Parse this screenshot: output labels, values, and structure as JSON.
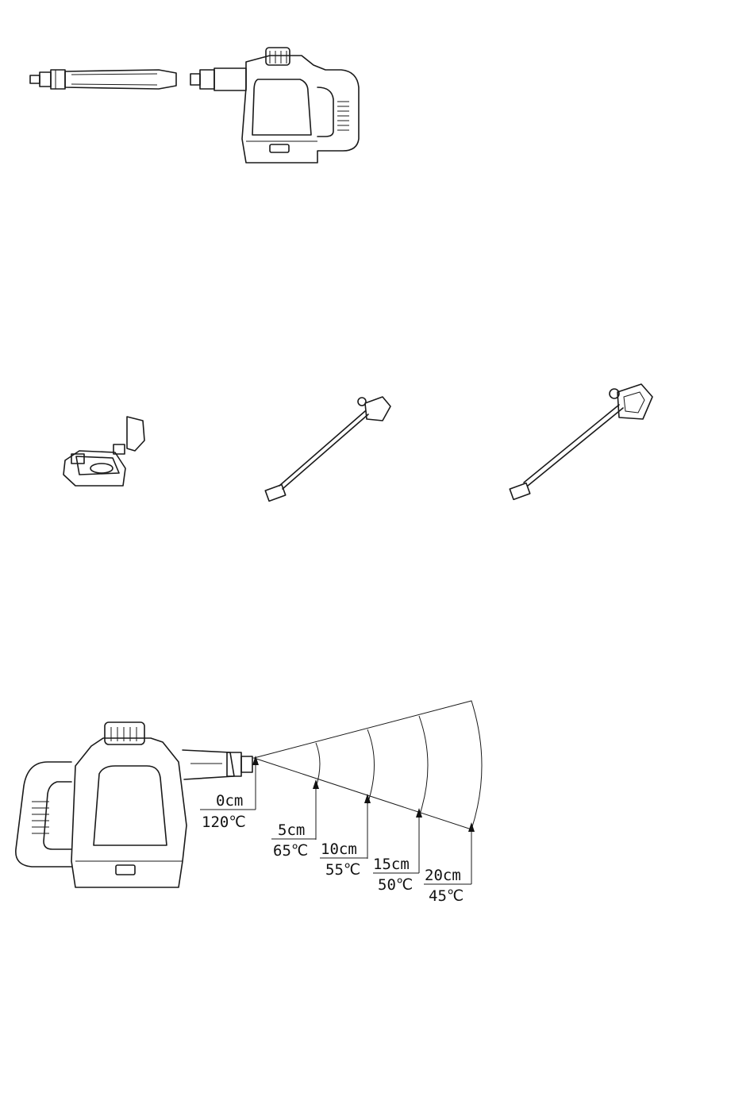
{
  "temperature_chart": {
    "points": [
      {
        "distance": "0cm",
        "temperature": "120℃"
      },
      {
        "distance": "5cm",
        "temperature": "65℃"
      },
      {
        "distance": "10cm",
        "temperature": "55℃"
      },
      {
        "distance": "15cm",
        "temperature": "50℃"
      },
      {
        "distance": "20cm",
        "temperature": "45℃"
      }
    ]
  }
}
